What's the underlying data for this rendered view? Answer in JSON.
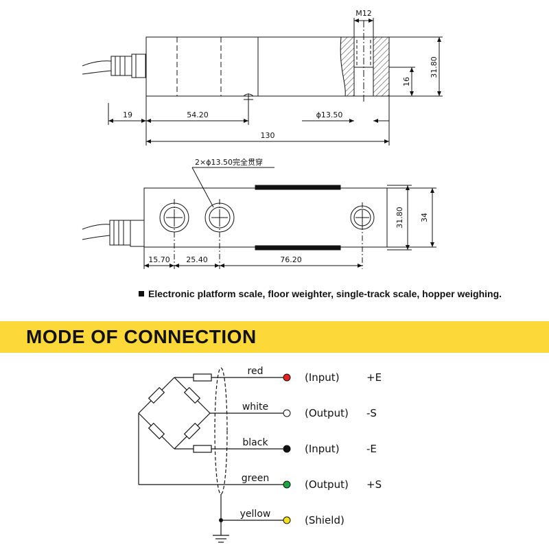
{
  "top_view": {
    "thread_label": "M12",
    "height_label": "31.80",
    "hole_depth_label": "16",
    "dim_cable": "19",
    "dim_first": "54.20",
    "dim_hole": "ϕ13.50",
    "dim_total": "130"
  },
  "plan_view": {
    "hole_note": "2×ϕ13.50完全贯穿",
    "dim_a": "15.70",
    "dim_b": "25.40",
    "dim_c": "76.20",
    "height_inner": "31.80",
    "height_outer": "34"
  },
  "caption": "Electronic platform scale, floor weighter, single-track scale, hopper weighing.",
  "section_title": "MODE OF CONNECTION",
  "connections": [
    {
      "wire": "red",
      "signal": "(Input)",
      "code": "+E",
      "color": "#e8231f"
    },
    {
      "wire": "white",
      "signal": "(Output)",
      "code": "-S",
      "color": "#ffffff"
    },
    {
      "wire": "black",
      "signal": "(Input)",
      "code": "-E",
      "color": "#111111"
    },
    {
      "wire": "green",
      "signal": "(Output)",
      "code": "+S",
      "color": "#1aa340"
    },
    {
      "wire": "yellow",
      "signal": "(Shield)",
      "code": "",
      "color": "#f3e21b"
    }
  ]
}
